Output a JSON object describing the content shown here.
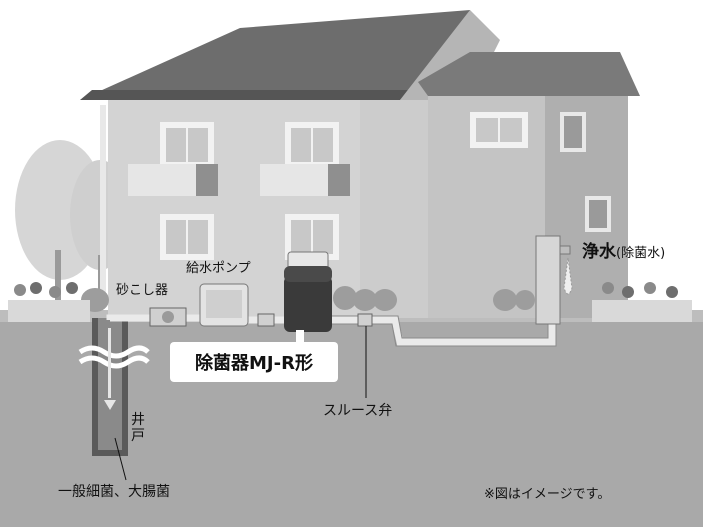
{
  "labels": {
    "filter": "砂こし器",
    "pump": "給水ポンプ",
    "product": "除菌器MJ-R形",
    "valve": "スルース弁",
    "well": "井戸",
    "bacteria": "一般細菌、大腸菌",
    "clean_water": "浄水",
    "clean_water_sub": "(除菌水)",
    "note": "※図はイメージです。"
  },
  "colors": {
    "ground": "#a9a9a9",
    "house_wall": "#c9c9c9",
    "roof": "#6d6d6d",
    "window_frame": "#f2f2f2",
    "pipe": "#e6e6e6",
    "product_body": "#3a3a3a"
  }
}
